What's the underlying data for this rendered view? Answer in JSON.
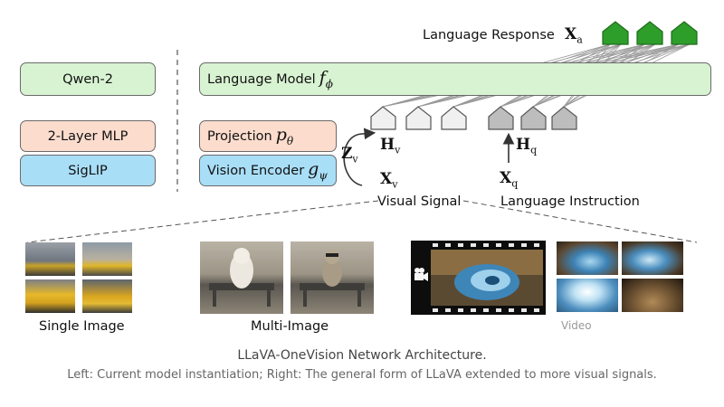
{
  "left_column": {
    "llm": "Qwen-2",
    "mlp": "2-Layer MLP",
    "encoder": "SigLIP"
  },
  "diagram": {
    "language_response_label": "Language Response",
    "xa_symbol": "X",
    "xa_sub": "a",
    "language_model_label": "Language Model",
    "language_model_symbol": "f",
    "language_model_sub": "ϕ",
    "projection_label": "Projection",
    "projection_symbol": "p",
    "projection_sub": "θ",
    "vision_encoder_label": "Vision Encoder",
    "vision_encoder_symbol": "g",
    "vision_encoder_sub": "ψ",
    "zv_symbol": "Z",
    "zv_sub": "v",
    "hv_symbol": "H",
    "hv_sub": "v",
    "hq_symbol": "H",
    "hq_sub": "q",
    "xv_symbol": "X",
    "xv_sub": "v",
    "xq_symbol": "X",
    "xq_sub": "q",
    "visual_signal_label": "Visual Signal",
    "language_instruction_label": "Language Instruction"
  },
  "inputs": {
    "single_image_label": "Single Image",
    "multi_image_label": "Multi-Image",
    "video_label": "Video"
  },
  "caption": {
    "title": "LLaVA-OneVision Network Architecture.",
    "subtitle": "Left: Current model instantiation; Right: The general form of LLaVA extended to more visual signals."
  },
  "colors": {
    "green_box": "#d8f3d2",
    "peach_box": "#fbdccd",
    "blue_box": "#a9def7",
    "response_token": "#2e9e2b",
    "visual_token": "#f0f0f0",
    "instruction_token": "#bdbdbd"
  }
}
